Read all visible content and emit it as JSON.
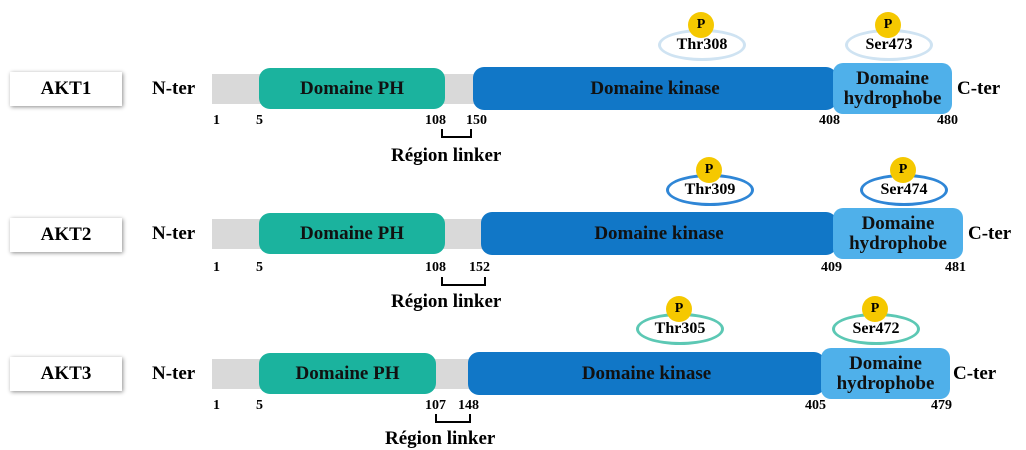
{
  "colors": {
    "ph": "#1bb39e",
    "kinase": "#1177c7",
    "hydrophobic": "#4fb0ea",
    "backbone": "#d9d9d9",
    "phospho": "#f5c800"
  },
  "isoforms": [
    {
      "name": "AKT1",
      "n_ter": "N-ter",
      "c_ter": "C-ter",
      "ph": "Domaine PH",
      "kinase": "Domaine kinase",
      "hydrophobic": "Domaine hydrophobe",
      "positions": {
        "start": "1",
        "ph_start": "5",
        "ph_end": "108",
        "kinase_start": "150",
        "kinase_end": "408",
        "end": "480"
      },
      "linker": "Région linker",
      "sites": [
        {
          "p": "P",
          "label": "Thr308",
          "ring": "#cfe3f2"
        },
        {
          "p": "P",
          "label": "Ser473",
          "ring": "#cfe3f2"
        }
      ]
    },
    {
      "name": "AKT2",
      "n_ter": "N-ter",
      "c_ter": "C-ter",
      "ph": "Domaine PH",
      "kinase": "Domaine kinase",
      "hydrophobic": "Domaine hydrophobe",
      "positions": {
        "start": "1",
        "ph_start": "5",
        "ph_end": "108",
        "kinase_start": "152",
        "kinase_end": "409",
        "end": "481"
      },
      "linker": "Région linker",
      "sites": [
        {
          "p": "P",
          "label": "Thr309",
          "ring": "#2f86d6"
        },
        {
          "p": "P",
          "label": "Ser474",
          "ring": "#2f86d6"
        }
      ]
    },
    {
      "name": "AKT3",
      "n_ter": "N-ter",
      "c_ter": "C-ter",
      "ph": "Domaine PH",
      "kinase": "Domaine kinase",
      "hydrophobic": "Domaine hydrophobe",
      "positions": {
        "start": "1",
        "ph_start": "5",
        "ph_end": "107",
        "kinase_start": "148",
        "kinase_end": "405",
        "end": "479"
      },
      "linker": "Région linker",
      "sites": [
        {
          "p": "P",
          "label": "Thr305",
          "ring": "#5cc8b4"
        },
        {
          "p": "P",
          "label": "Ser472",
          "ring": "#5cc8b4"
        }
      ]
    }
  ]
}
